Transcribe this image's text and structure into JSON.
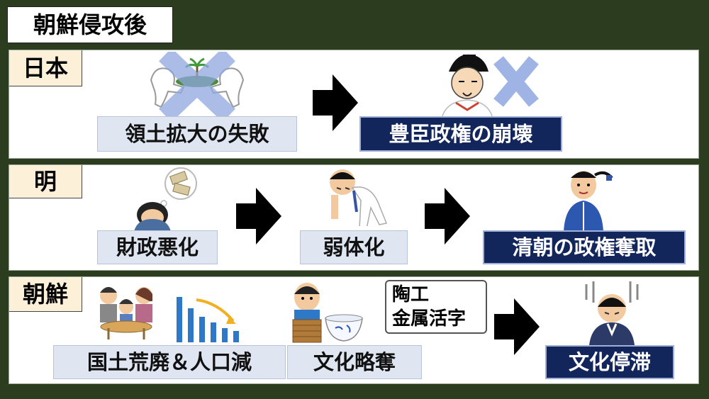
{
  "title": "朝鮮侵攻後",
  "rows": [
    {
      "tag": "日本",
      "boxes": [
        "領土拡大の失敗",
        "豊臣政権の崩壊"
      ]
    },
    {
      "tag": "明",
      "boxes": [
        "財政悪化",
        "弱体化",
        "清朝の政権奪取"
      ]
    },
    {
      "tag": "朝鮮",
      "boxes": [
        "国土荒廃＆人口減",
        "文化略奪",
        "文化停滞"
      ],
      "bubble": [
        "陶工",
        "金属活字"
      ]
    }
  ],
  "colors": {
    "background": "#2b3d1e",
    "tag": "#fdf0d8",
    "light_box": "#dfe6f2",
    "dark_box": "#13265c",
    "cross": "#8fa8e0"
  },
  "icons": [
    "land-tug-of-war-icon",
    "toyotomi-noble-icon",
    "cross-mark-icon",
    "money-worry-icon",
    "exhausted-man-icon",
    "qing-man-icon",
    "family-meal-icon",
    "decline-chart-icon",
    "potter-with-bowl-icon",
    "depressed-man-icon",
    "right-arrow-icon"
  ]
}
